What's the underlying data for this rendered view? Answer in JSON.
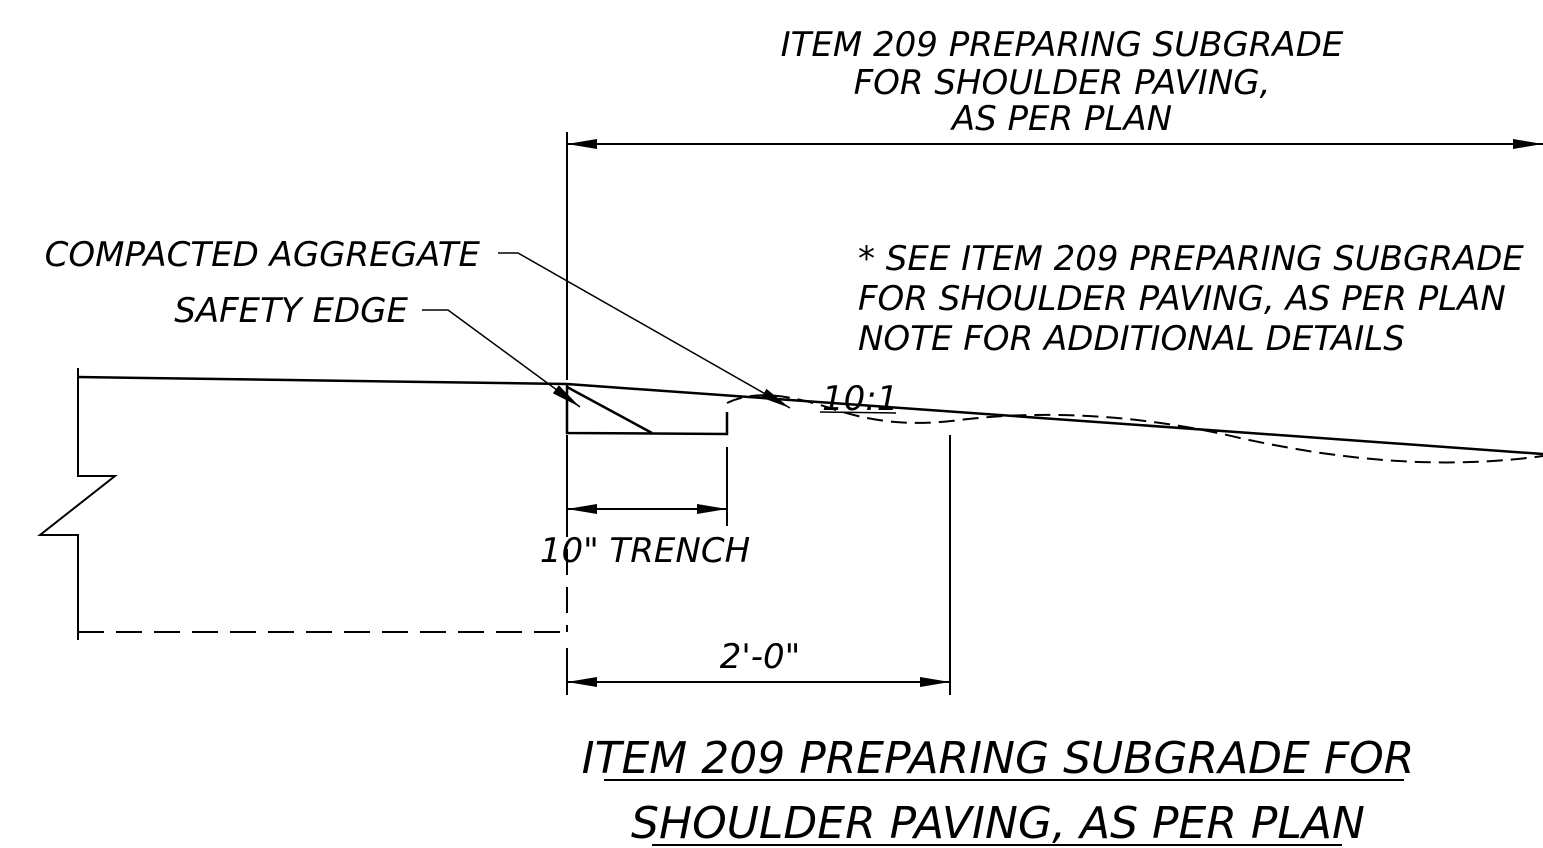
{
  "header_note": {
    "line1": "ITEM 209 PREPARING SUBGRADE",
    "line2": "FOR SHOULDER PAVING,",
    "line3": "AS PER PLAN"
  },
  "see_note": {
    "line1": "* SEE ITEM 209 PREPARING SUBGRADE",
    "line2": "FOR SHOULDER PAVING, AS PER PLAN",
    "line3": "NOTE FOR ADDITIONAL DETAILS"
  },
  "labels": {
    "compacted_aggregate": "COMPACTED AGGREGATE",
    "safety_edge": "SAFETY EDGE",
    "slope": "10:1",
    "trench": "10\" TRENCH",
    "dimension": "2'-0\""
  },
  "title": {
    "line1": "ITEM 209 PREPARING SUBGRADE FOR",
    "line2": "SHOULDER PAVING, AS PER PLAN"
  }
}
